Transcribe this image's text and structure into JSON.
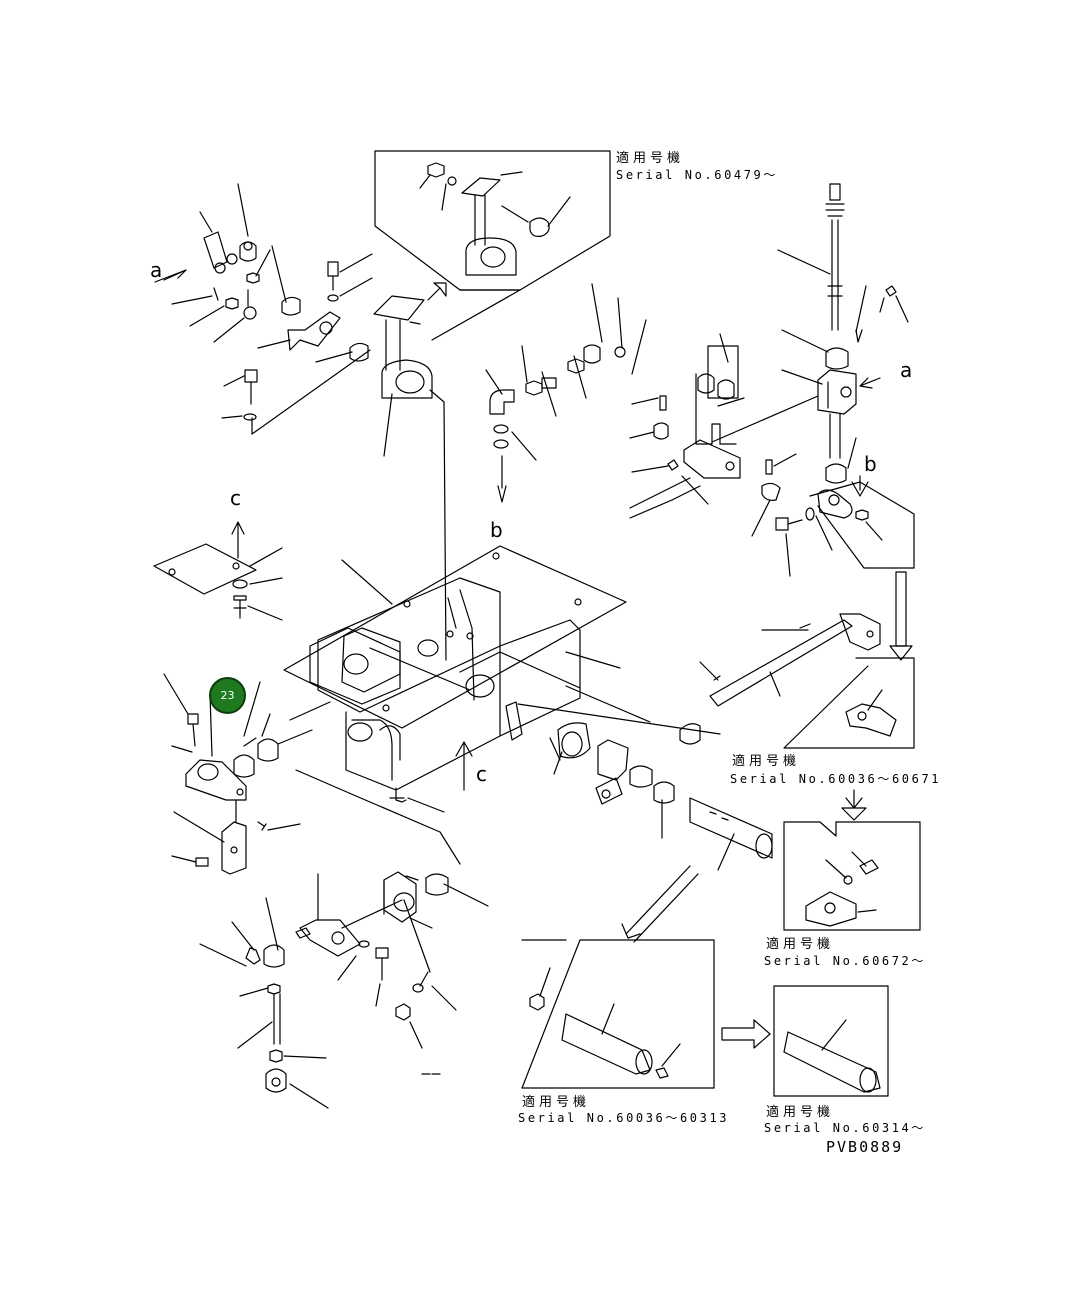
{
  "drawing": {
    "code": "PVB0889",
    "letters": {
      "a": "a",
      "b": "b",
      "c": "c"
    },
    "callout": "23",
    "applicable": {
      "s60479": {
        "jp": "適用号機",
        "serial": "Serial No.60479〜"
      },
      "s60036_60671": {
        "jp": "適用号機",
        "serial": "Serial No.60036〜60671"
      },
      "s60672": {
        "jp": "適用号機",
        "serial": "Serial No.60672〜"
      },
      "s60036_60313": {
        "jp": "適用号機",
        "serial": "Serial No.60036〜60313"
      },
      "s60314": {
        "jp": "適用号機",
        "serial": "Serial No.60314〜"
      }
    }
  }
}
